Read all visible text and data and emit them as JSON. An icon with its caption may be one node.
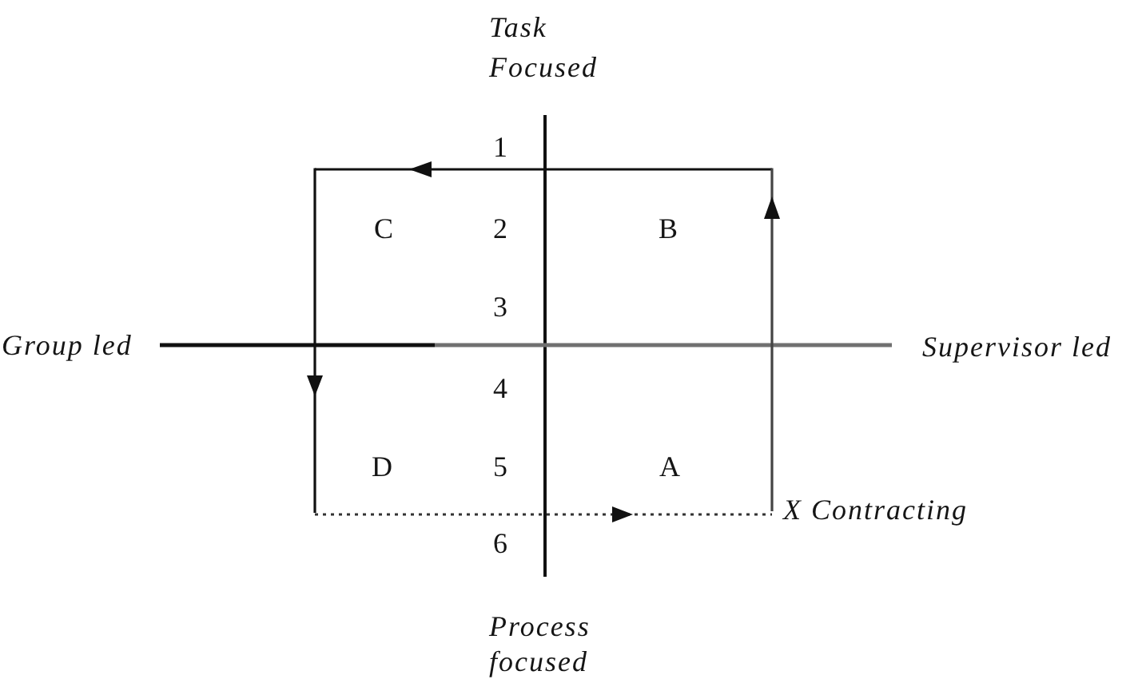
{
  "diagram": {
    "labels": [
      "Task Focused",
      "1",
      "C",
      "2",
      "B",
      "3",
      "Group led",
      "Supervisor led",
      "4",
      "D",
      "5",
      "A",
      "X Contracting",
      "6",
      "Process focused"
    ]
  }
}
